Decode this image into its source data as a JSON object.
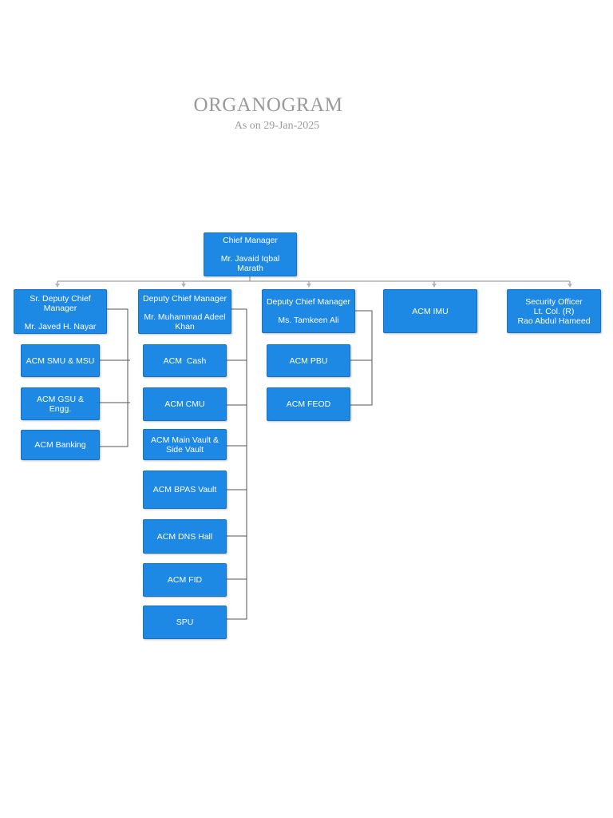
{
  "title": "ORGANOGRAM",
  "subtitle": "As on 29-Jan-2025",
  "chief": {
    "role": "Chief Manager",
    "name": "Mr. Javaid Iqbal",
    "name2": "Marath"
  },
  "heads": [
    {
      "role": "Sr. Deputy Chief",
      "role2": "Manager",
      "name": "Mr. Javed H. Nayar"
    },
    {
      "role": "Deputy Chief Manager",
      "name": "Mr. Muhammad Adeel",
      "name2": "Khan"
    },
    {
      "role": "Deputy Chief Manager",
      "name": "Ms. Tamkeen Ali"
    },
    {
      "role": "ACM IMU"
    },
    {
      "role": "Security Officer",
      "name": "Lt. Col. (R)",
      "name2": "Rao Abdul Hameed"
    }
  ],
  "col1": [
    "ACM SMU & MSU",
    "ACM GSU & Engg.",
    "ACM Banking"
  ],
  "col2": [
    "ACM  Cash",
    "ACM CMU",
    "ACM Main Vault &",
    "Side Vault",
    "ACM BPAS Vault",
    "ACM DNS Hall",
    "ACM FID",
    "SPU"
  ],
  "col3": [
    "ACM PBU",
    "ACM FEOD"
  ],
  "colors": {
    "box": "#1e88e5",
    "line": "#7a7a7a",
    "title": "#9a9a9a"
  }
}
